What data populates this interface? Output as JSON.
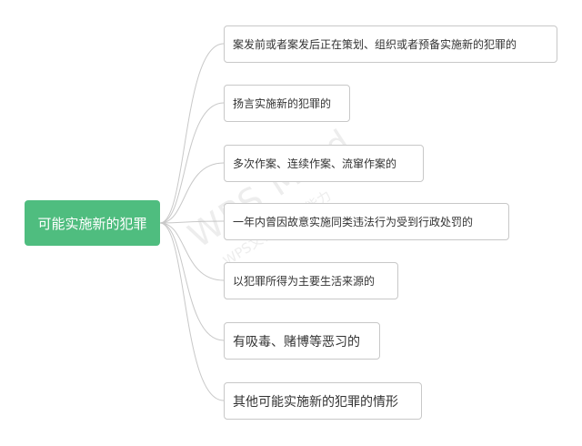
{
  "mindmap": {
    "root": {
      "label": "可能实施新的犯罪"
    },
    "children": [
      {
        "label": "案发前或者案发后正在策划、组织或者预备实施新的犯罪的"
      },
      {
        "label": "扬言实施新的犯罪的"
      },
      {
        "label": "多次作案、连续作案、流窜作案的"
      },
      {
        "label": "一年内曾因故意实施同类违法行为受到行政处罚的"
      },
      {
        "label": "以犯罪所得为主要生活来源的"
      },
      {
        "label": "有吸毒、赌博等恶习的"
      },
      {
        "label": "其他可能实施新的犯罪的情形"
      }
    ]
  },
  "watermark": {
    "main": "WPS Mind",
    "sub": "WPS文档 · 思维能力"
  },
  "colors": {
    "root_fill": "#4fbd7f",
    "connector": "#c8c8c8",
    "node_border": "#c8c8c8"
  }
}
